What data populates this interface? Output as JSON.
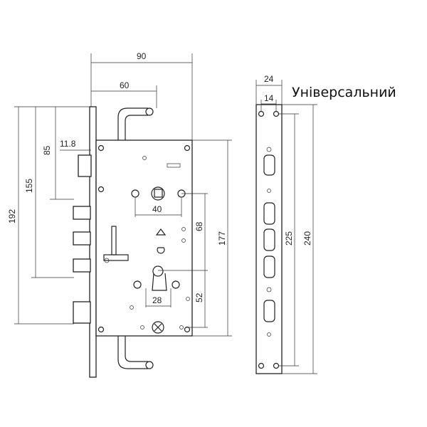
{
  "title": "Універсальний",
  "dimensions": {
    "d90": "90",
    "d60": "60",
    "d11_8": "11.8",
    "d85": "85",
    "d155": "155",
    "d192": "192",
    "d40": "40",
    "d68": "68",
    "d177": "177",
    "d28": "28",
    "d52": "52",
    "d24": "24",
    "d14": "14",
    "d225": "225",
    "d240": "240"
  }
}
